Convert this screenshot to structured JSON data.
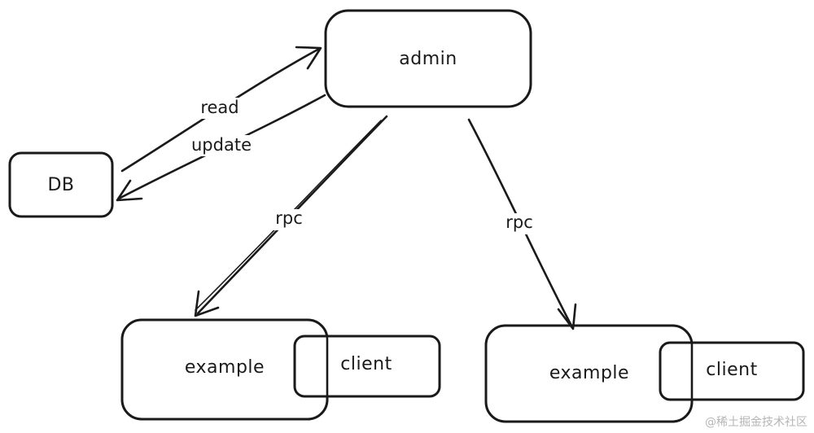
{
  "diagram": {
    "nodes": {
      "admin": "admin",
      "db": "DB",
      "left_example": "example",
      "left_client": "client",
      "right_example": "example",
      "right_client": "client"
    },
    "edges": {
      "read": "read",
      "update": "update",
      "rpc_left": "rpc",
      "rpc_right": "rpc"
    }
  },
  "watermark": "@稀土掘金技术社区",
  "colors": {
    "ink": "#1a1a1a",
    "background": "#ffffff",
    "watermark": "#b5b5b5"
  }
}
